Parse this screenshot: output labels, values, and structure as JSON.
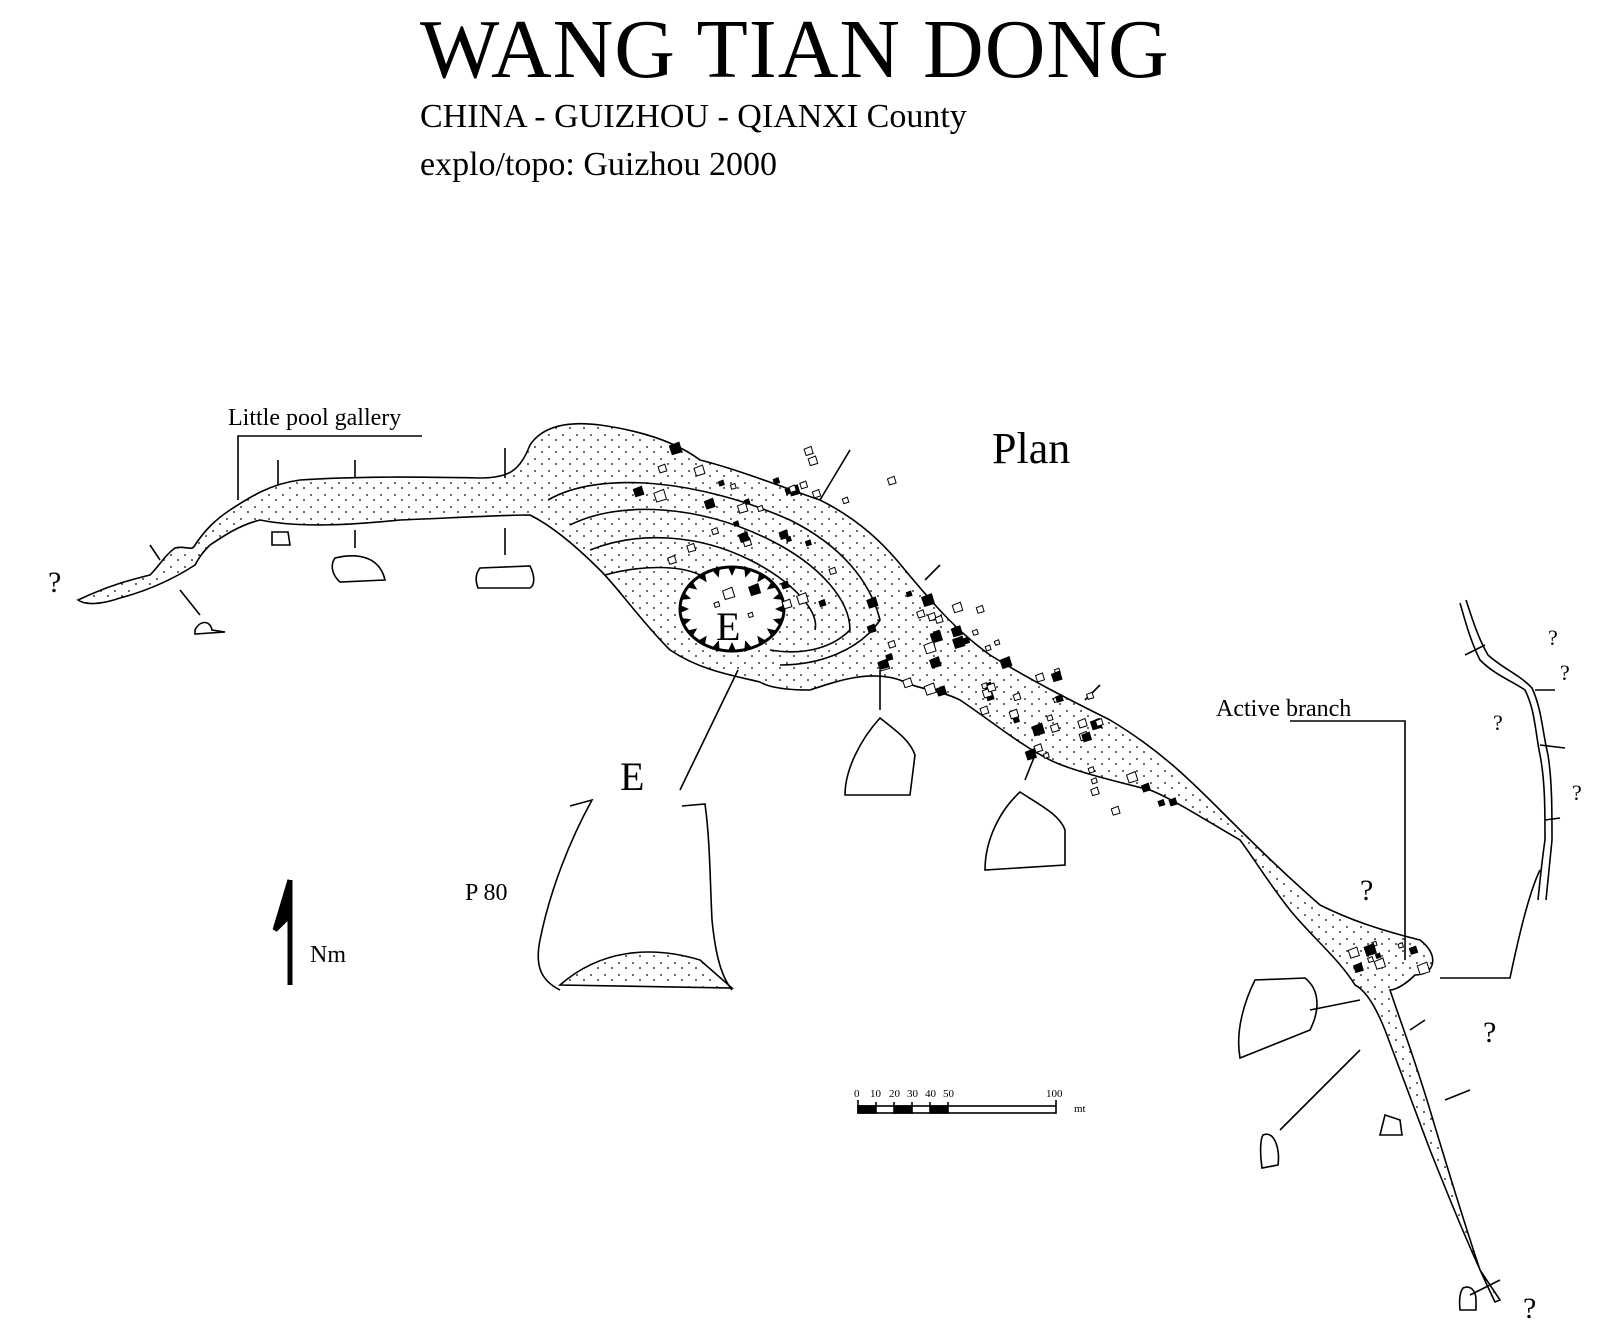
{
  "header": {
    "title": "WANG TIAN DONG",
    "location": "CHINA - GUIZHOU - QIANXI County",
    "credits": "explo/topo: Guizhou 2000"
  },
  "labels": {
    "plan": "Plan",
    "little_pool_gallery": "Little pool gallery",
    "active_branch": "Active branch",
    "entrance_plan": "E",
    "entrance_section": "E",
    "pitch": "P 80",
    "north": "Nm",
    "unknown": "?"
  },
  "scale_bar": {
    "ticks": [
      "0",
      "10",
      "20",
      "30",
      "40",
      "50",
      "100"
    ],
    "unit": "mt"
  },
  "colors": {
    "ink": "#000000",
    "paper": "#ffffff"
  }
}
